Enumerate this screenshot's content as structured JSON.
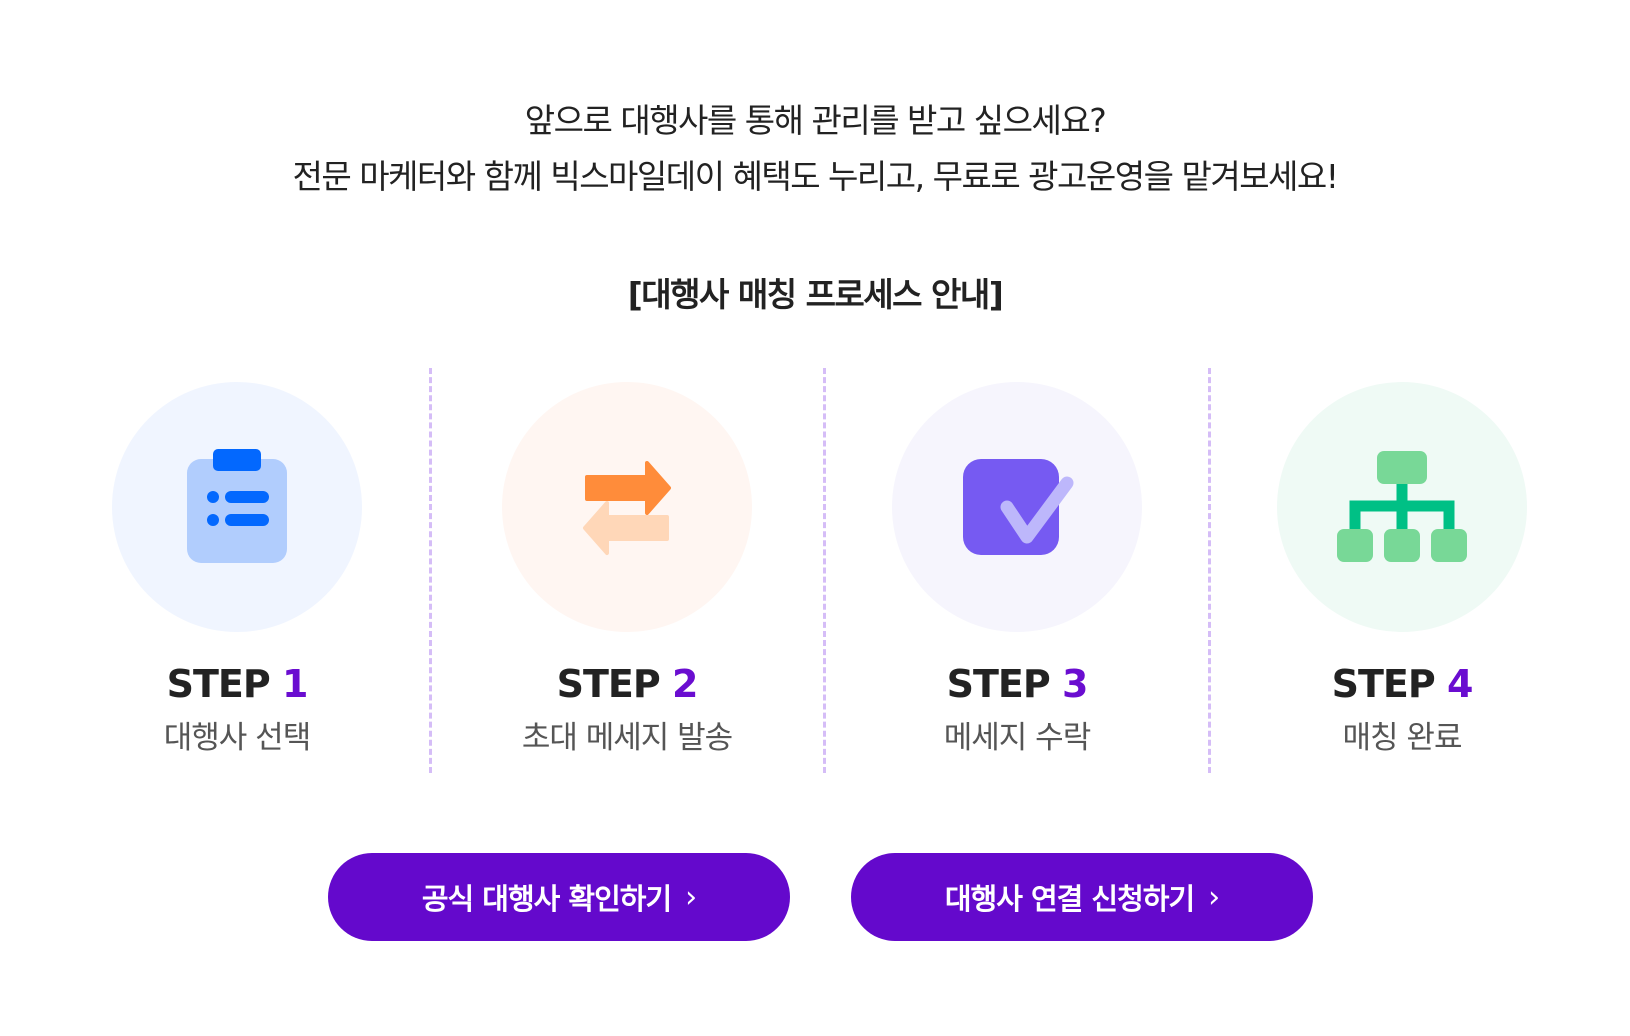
{
  "intro": {
    "line1": "앞으로 대행사를 통해 관리를 받고 싶으세요?",
    "line2": "전문 마케터와 함께 빅스마일데이 혜택도 누리고, 무료로 광고운영을 맡겨보세요!"
  },
  "heading": "[대행사 매칭 프로세스 안내]",
  "steps": [
    {
      "prefix": "STEP",
      "num": "1",
      "label": "대행사 선택",
      "icon": "clipboard-list-icon",
      "bg": "#f0f5ff"
    },
    {
      "prefix": "STEP",
      "num": "2",
      "label": "초대 메세지 발송",
      "icon": "exchange-arrows-icon",
      "bg": "#fff6f2"
    },
    {
      "prefix": "STEP",
      "num": "3",
      "label": "메세지 수락",
      "icon": "checkbox-icon",
      "bg": "#f6f5fd"
    },
    {
      "prefix": "STEP",
      "num": "4",
      "label": "매칭 완료",
      "icon": "hierarchy-icon",
      "bg": "#effaf5"
    }
  ],
  "buttons": {
    "official": "공식 대행사 확인하기",
    "connect": "대행사 연결 신청하기",
    "chevron": "›"
  },
  "colors": {
    "accent": "#6409cc",
    "step_num": "#6a0dd0"
  }
}
